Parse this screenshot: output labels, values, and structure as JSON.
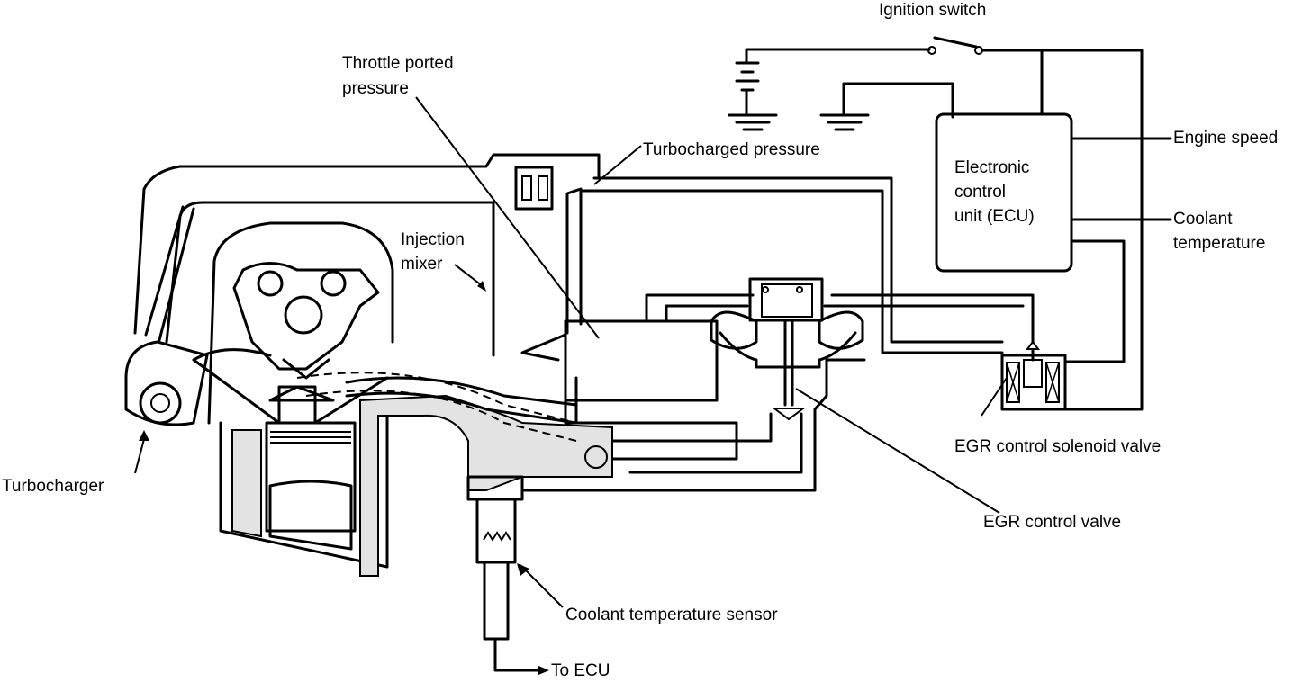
{
  "labels": {
    "ignition_switch": "Ignition switch",
    "throttle_ported_1": "Throttle ported",
    "throttle_ported_2": "pressure",
    "turbocharged_pressure": "Turbocharged pressure",
    "ecu_line1": "Electronic",
    "ecu_line2": "control",
    "ecu_line3": "unit (ECU)",
    "engine_speed": "Engine speed",
    "coolant_temperature_1": "Coolant",
    "coolant_temperature_2": "temperature",
    "injection_mixer_1": "Injection",
    "injection_mixer_2": "mixer",
    "turbocharger": "Turbocharger",
    "egr_solenoid": "EGR control solenoid valve",
    "egr_valve": "EGR control valve",
    "coolant_sensor": "Coolant temperature sensor",
    "to_ecu": "To ECU"
  },
  "colors": {
    "line": "#000000",
    "background": "#ffffff",
    "coolant_fill": "#e3e3e3"
  }
}
